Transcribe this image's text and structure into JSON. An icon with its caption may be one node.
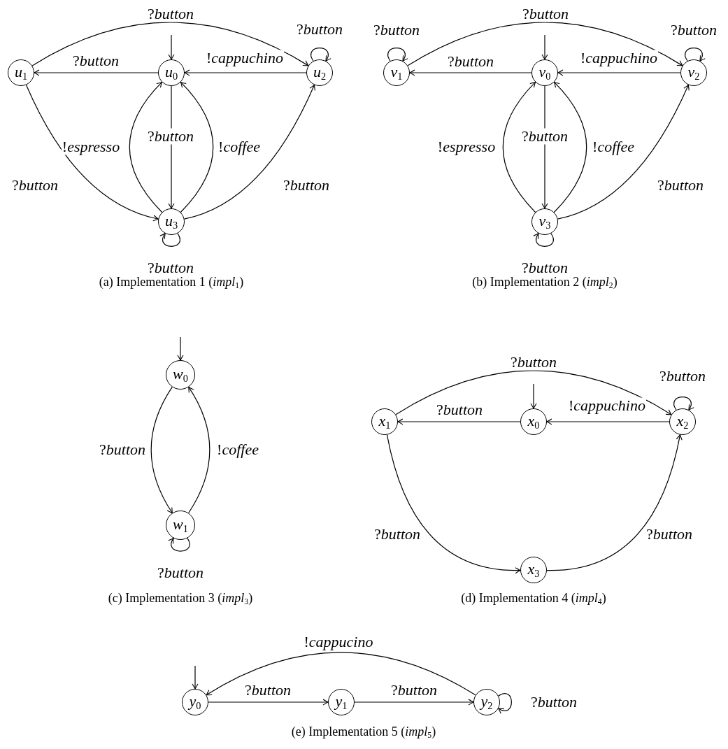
{
  "diagram": {
    "nodes": [
      {
        "text": [
          "*u*$_{1}$"
        ]
      },
      {
        "text": [
          "*u*$_{0}$"
        ]
      },
      {
        "text": [
          "*u*$_{2}$"
        ]
      },
      {
        "text": [
          "*u*$_{3}$"
        ]
      },
      {
        "text": [
          "*v*$_{1}$"
        ]
      },
      {
        "text": [
          "*v*$_{0}$"
        ]
      },
      {
        "text": [
          "*v*$_{2}$"
        ]
      },
      {
        "text": [
          "*v*$_{3}$"
        ]
      },
      {
        "text": [
          "*w*$_{0}$"
        ]
      },
      {
        "text": [
          "*w*$_{1}$"
        ]
      },
      {
        "text": [
          "*x*$_{1}$"
        ]
      },
      {
        "text": [
          "*x*$_{0}$"
        ]
      },
      {
        "text": [
          "*x*$_{2}$"
        ]
      },
      {
        "text": [
          "*x*$_{3}$"
        ]
      },
      {
        "text": [
          "*y*$_{0}$"
        ]
      },
      {
        "text": [
          "*y*$_{1}$"
        ]
      },
      {
        "text": [
          "*y*$_{2}$"
        ]
      }
    ],
    "edges": [
      {
        "from": null,
        "to": 1,
        "arrow": "to"
      },
      {
        "from": 1,
        "to": 0,
        "arrow": "to",
        "label": "?*button*"
      },
      {
        "from": 2,
        "to": 1,
        "arrow": "to",
        "label": "!*cappuchino*"
      },
      {
        "from": 0,
        "to": 2,
        "arrow": "to",
        "label": "?*button*"
      },
      {
        "from": 2,
        "to": 2,
        "arrow": "to",
        "label": "?*button*"
      },
      {
        "from": 1,
        "to": 3,
        "arrow": "to",
        "label": "?*button*"
      },
      {
        "from": 3,
        "to": 1,
        "arrow": "to",
        "label": "!*espresso*"
      },
      {
        "from": 3,
        "to": 1,
        "arrow": "to",
        "label": "!*coffee*"
      },
      {
        "from": 0,
        "to": 3,
        "arrow": "to",
        "label": "?*button*"
      },
      {
        "from": 3,
        "to": 2,
        "arrow": "to",
        "label": "?*button*"
      },
      {
        "from": 3,
        "to": 3,
        "arrow": "to",
        "label": "?*button*"
      },
      {
        "from": null,
        "to": 5,
        "arrow": "to"
      },
      {
        "from": 5,
        "to": 4,
        "arrow": "to",
        "label": "?*button*"
      },
      {
        "from": 6,
        "to": 5,
        "arrow": "to",
        "label": "!*cappuchino*"
      },
      {
        "from": 4,
        "to": 6,
        "arrow": "to",
        "label": "?*button*"
      },
      {
        "from": 4,
        "to": 4,
        "arrow": "to",
        "label": "?*button*"
      },
      {
        "from": 6,
        "to": 6,
        "arrow": "to",
        "label": "?*button*"
      },
      {
        "from": 5,
        "to": 7,
        "arrow": "to",
        "label": "?*button*"
      },
      {
        "from": 7,
        "to": 5,
        "arrow": "to",
        "label": "!*espresso*"
      },
      {
        "from": 7,
        "to": 5,
        "arrow": "to",
        "label": "!*coffee*"
      },
      {
        "from": 7,
        "to": 6,
        "arrow": "to",
        "label": "?*button*"
      },
      {
        "from": 7,
        "to": 7,
        "arrow": "to",
        "label": "?*button*"
      },
      {
        "from": null,
        "to": 8,
        "arrow": "to"
      },
      {
        "from": 8,
        "to": 9,
        "arrow": "to",
        "label": "?*button*"
      },
      {
        "from": 9,
        "to": 8,
        "arrow": "to",
        "label": "!*coffee*"
      },
      {
        "from": 9,
        "to": 9,
        "arrow": "to",
        "label": "?*button*"
      },
      {
        "from": null,
        "to": 11,
        "arrow": "to"
      },
      {
        "from": 11,
        "to": 10,
        "arrow": "to",
        "label": "?*button*"
      },
      {
        "from": 12,
        "to": 11,
        "arrow": "to",
        "label": "!*cappuchino*"
      },
      {
        "from": 10,
        "to": 12,
        "arrow": "to",
        "label": "?*button*"
      },
      {
        "from": 12,
        "to": 12,
        "arrow": "to",
        "label": "?*button*"
      },
      {
        "from": 10,
        "to": 13,
        "arrow": "to",
        "label": "?*button*"
      },
      {
        "from": 13,
        "to": 12,
        "arrow": "to",
        "label": "?*button*"
      },
      {
        "from": null,
        "to": 14,
        "arrow": "to"
      },
      {
        "from": 14,
        "to": 15,
        "arrow": "to",
        "label": "?*button*"
      },
      {
        "from": 15,
        "to": 16,
        "arrow": "to",
        "label": "?*button*"
      },
      {
        "from": 16,
        "to": 14,
        "arrow": "to",
        "label": "!*cappucino*"
      },
      {
        "from": 16,
        "to": 16,
        "arrow": "to",
        "label": "?*button*"
      }
    ],
    "labels": [
      "(a) Implementation 1 (*impl*$_{1}$)",
      "(b) Implementation 2 (*impl*$_{2}$)",
      "(c) Implementation 3 (*impl*$_{3}$)",
      "(d) Implementation 4 (*impl*$_{4}$)",
      "(e) Implementation 5 (*impl*$_{5}$)"
    ]
  }
}
